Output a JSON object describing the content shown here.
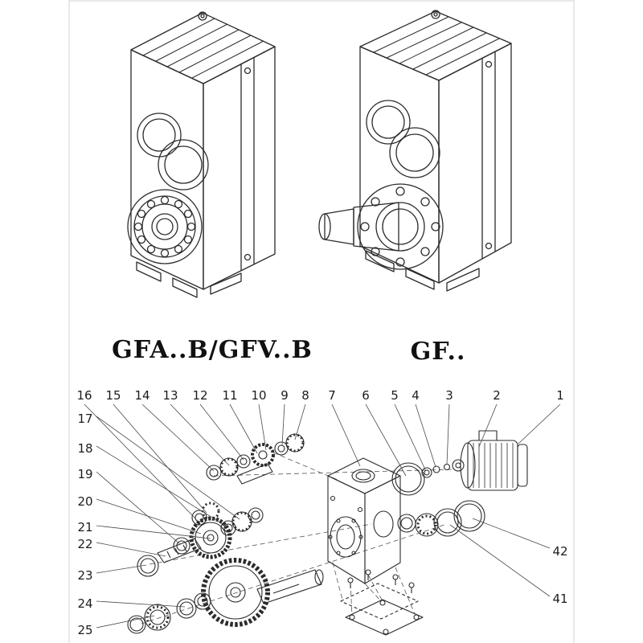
{
  "page": {
    "description": "Catalog page of helical parallel-shaft gear reducers with two isometric line drawings and an exploded parts diagram",
    "colors": {
      "ink": "#2b2b2b",
      "background": "#ffffff",
      "leader": "#4a4a4a",
      "frame": "#e2e2e2"
    }
  },
  "labels": {
    "left_model": "GFA..B/GFV..B",
    "right_model": "GF.."
  },
  "exploded": {
    "top_numbers": [
      "16",
      "15",
      "14",
      "13",
      "12",
      "11",
      "10",
      "9",
      "8",
      "7",
      "6",
      "5",
      "4",
      "3",
      "2",
      "1"
    ],
    "left_numbers": [
      "17",
      "18",
      "19",
      "20",
      "21",
      "22",
      "23",
      "24",
      "25"
    ],
    "right_numbers": [
      "42",
      "41"
    ]
  }
}
